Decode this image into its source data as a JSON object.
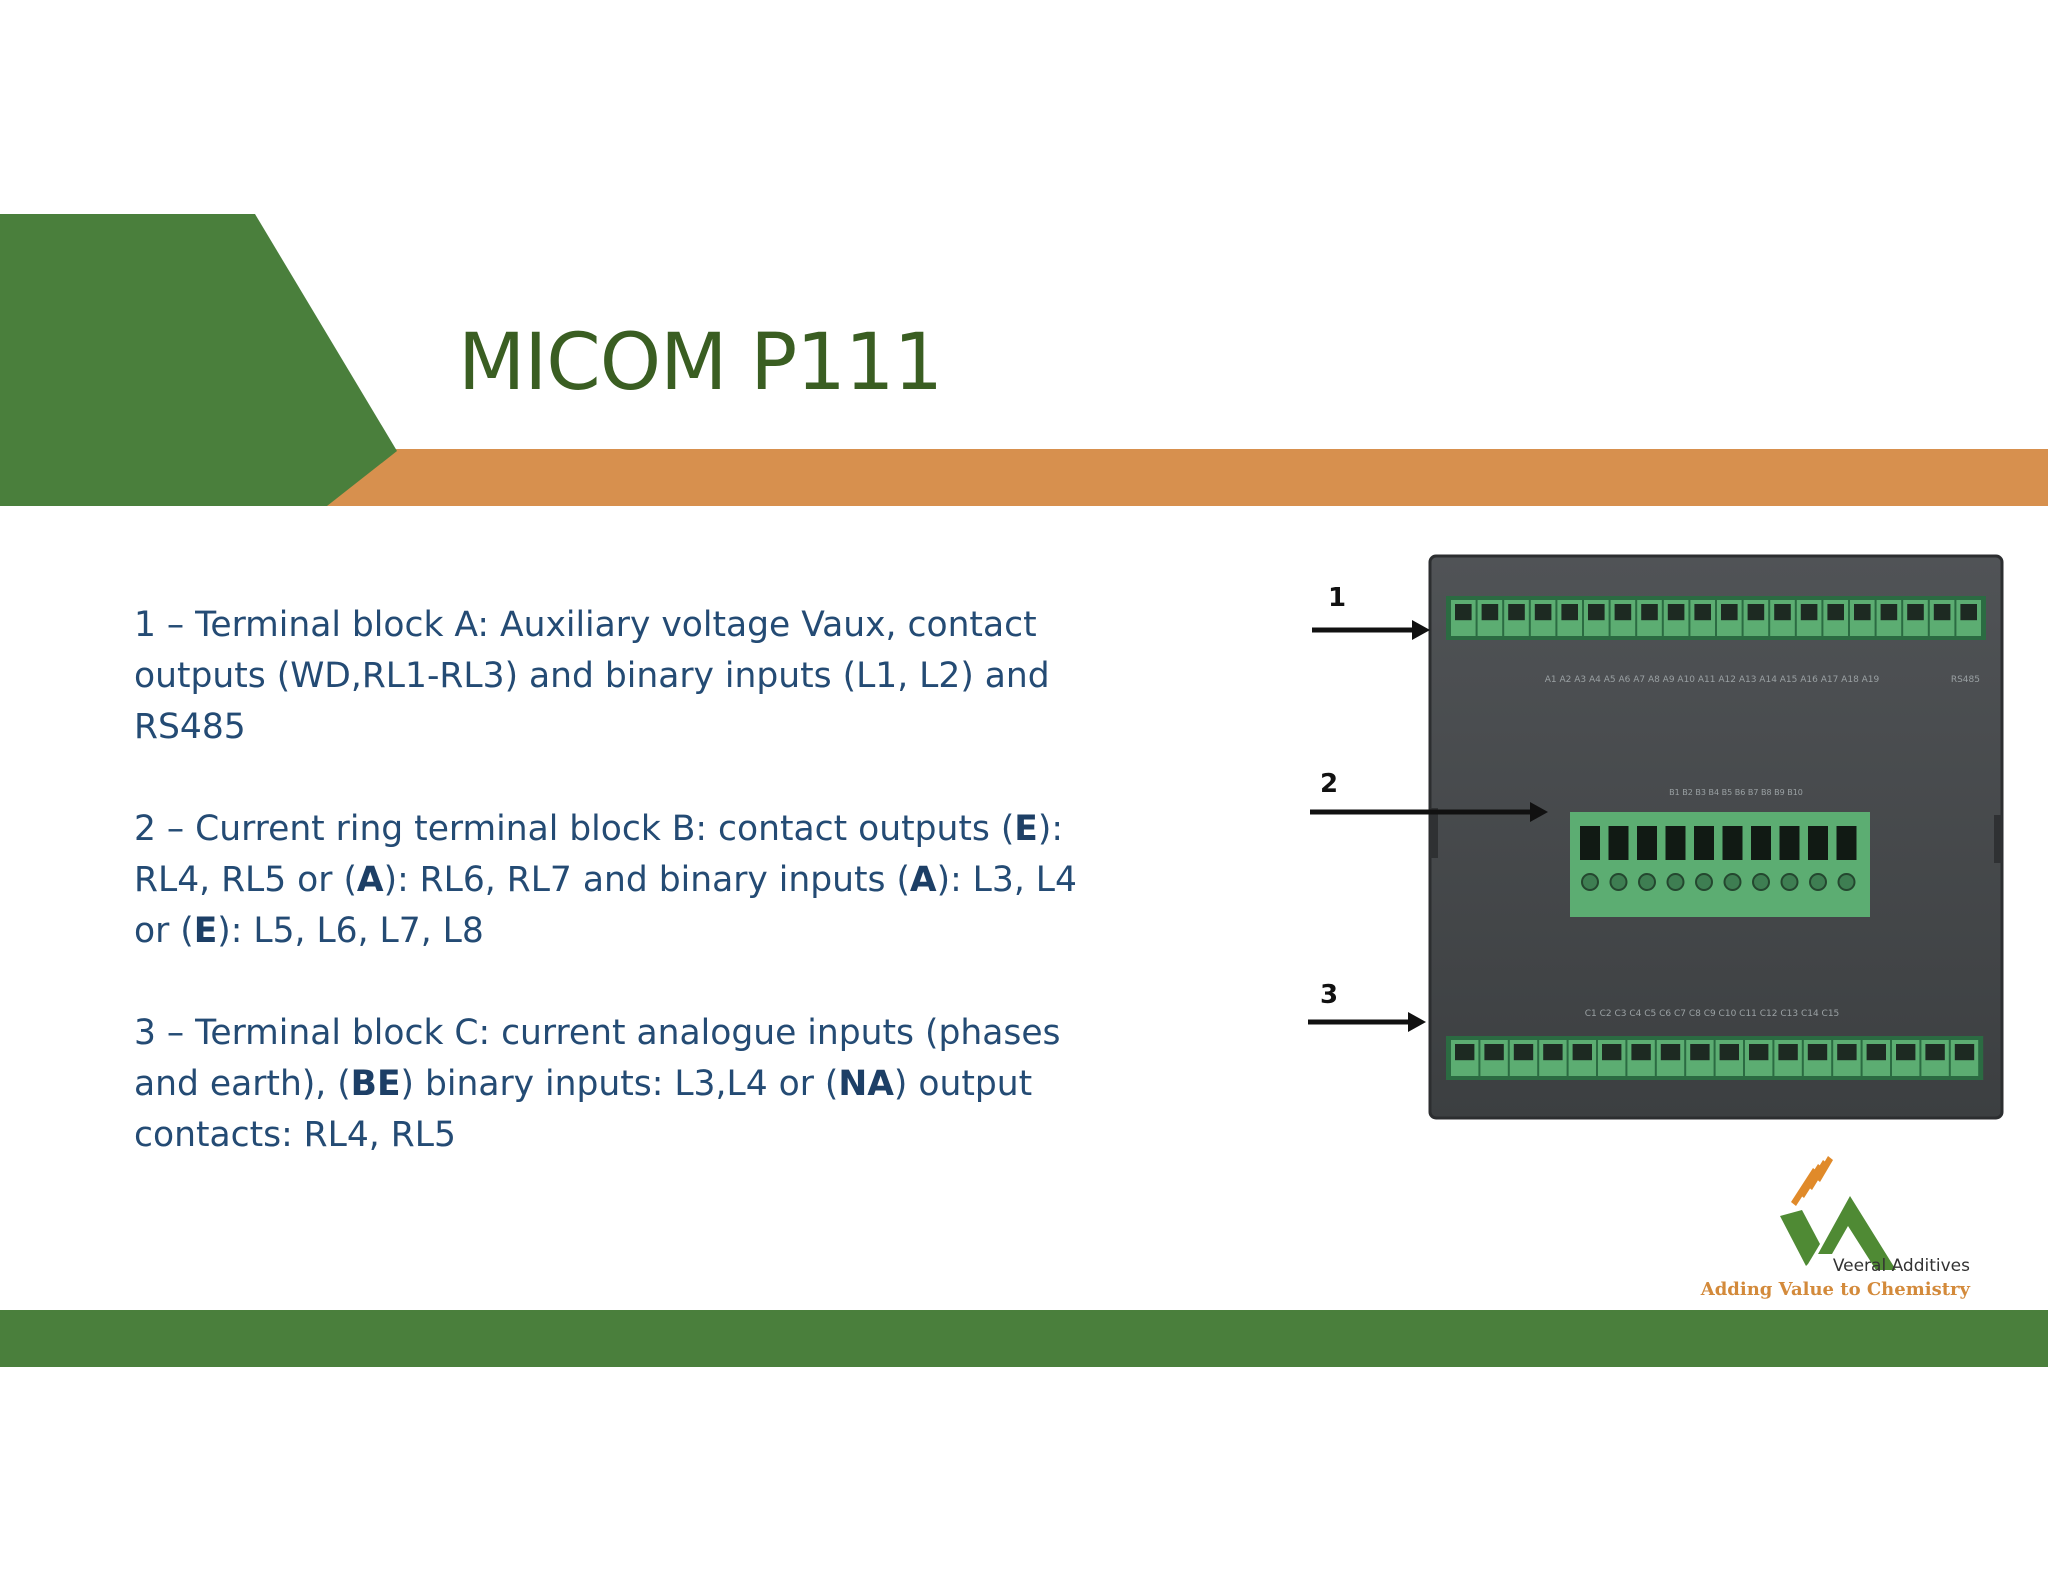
{
  "slide": {
    "title": "MICOM P111",
    "paragraphs": [
      {
        "segments": [
          {
            "text": "1 – Terminal block A: Auxiliary voltage Vaux, contact outputs (WD,RL1-RL3) and binary inputs (L1, L2) and RS485",
            "bold": false
          }
        ]
      },
      {
        "segments": [
          {
            "text": "2 – Current ring terminal block B: contact outputs (",
            "bold": false
          },
          {
            "text": "E",
            "bold": true
          },
          {
            "text": "): RL4, RL5 or (",
            "bold": false
          },
          {
            "text": "A",
            "bold": true
          },
          {
            "text": "): RL6, RL7 and binary inputs (",
            "bold": false
          },
          {
            "text": "A",
            "bold": true
          },
          {
            "text": "): L3, L4 or (",
            "bold": false
          },
          {
            "text": "E",
            "bold": true
          },
          {
            "text": "): L5, L6, L7, L8",
            "bold": false
          }
        ]
      },
      {
        "segments": [
          {
            "text": "3 – Terminal block C: current analogue inputs (phases and earth), (",
            "bold": false
          },
          {
            "text": "BE",
            "bold": true
          },
          {
            "text": ") binary inputs: L3,L4 or (",
            "bold": false
          },
          {
            "text": "NA",
            "bold": true
          },
          {
            "text": ") output contacts: RL4, RL5",
            "bold": false
          }
        ]
      }
    ]
  },
  "device_image": {
    "callouts": [
      "1",
      "2",
      "3"
    ],
    "terminal_labels": {
      "top": [
        "A1",
        "A2",
        "A3",
        "A4",
        "A5",
        "A6",
        "A7",
        "A8",
        "A9",
        "A10",
        "A11",
        "A12",
        "A13",
        "A14",
        "A15",
        "A16",
        "A17",
        "A18",
        "A19"
      ],
      "top_rs485": "RS485",
      "middle": [
        "B1",
        "B2",
        "B3",
        "B4",
        "B5",
        "B6",
        "B7",
        "B8",
        "B9",
        "B10"
      ],
      "bottom": [
        "C1",
        "C2",
        "C3",
        "C4",
        "C5",
        "C6",
        "C7",
        "C8",
        "C9",
        "C10",
        "C11",
        "C12",
        "C13",
        "C14",
        "C15"
      ]
    }
  },
  "branding": {
    "company": "Veeral Additives",
    "tagline": "Adding Value to Chemistry"
  },
  "colors": {
    "green": "#4a7f3c",
    "orange": "#d7904e",
    "title": "#3a5e22",
    "text": "#244b74",
    "terminal_green": "#5cad72",
    "device_body": "#45484a"
  }
}
